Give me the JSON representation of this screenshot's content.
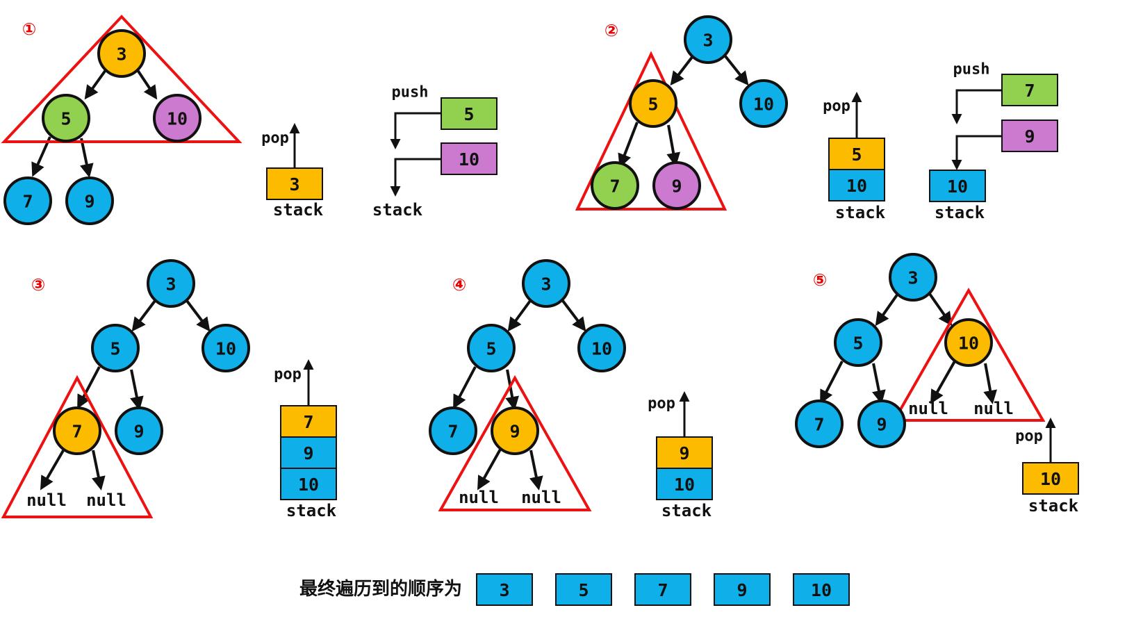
{
  "colors": {
    "blue": "#0fb0ea",
    "orange": "#fdbb00",
    "green": "#92d050",
    "purple": "#cc7ad0",
    "red": "#ee1111",
    "null_green": "#00b050",
    "null_purple": "#b044c8"
  },
  "panels": [
    {
      "step": "①",
      "stack_title": "stack",
      "op": "pop",
      "op_value": "3",
      "push_label": "push",
      "push_items": [
        "5",
        "10"
      ],
      "push_stack_title": "stack",
      "stack_items": [
        "3"
      ]
    },
    {
      "step": "②",
      "stack_title": "stack",
      "op": "pop",
      "op_value": "5",
      "push_label": "push",
      "push_items": [
        "7",
        "9"
      ],
      "push_stack_title": "stack",
      "stack_items": [
        "5",
        "10"
      ],
      "push_stack_items": [
        "10"
      ]
    },
    {
      "step": "③",
      "stack_title": "stack",
      "op": "pop",
      "stack_items": [
        "7",
        "9",
        "10"
      ]
    },
    {
      "step": "④",
      "stack_title": "stack",
      "op": "pop",
      "stack_items": [
        "9",
        "10"
      ]
    },
    {
      "step": "⑤",
      "stack_title": "stack",
      "op": "pop",
      "stack_items": [
        "10"
      ]
    }
  ],
  "tree": {
    "root": "3",
    "left": "5",
    "right": "10",
    "left_left": "7",
    "left_right": "9",
    "null_label": "null"
  },
  "result": {
    "title": "最终遍历到的顺序为",
    "order": [
      "3",
      "5",
      "7",
      "9",
      "10"
    ]
  }
}
